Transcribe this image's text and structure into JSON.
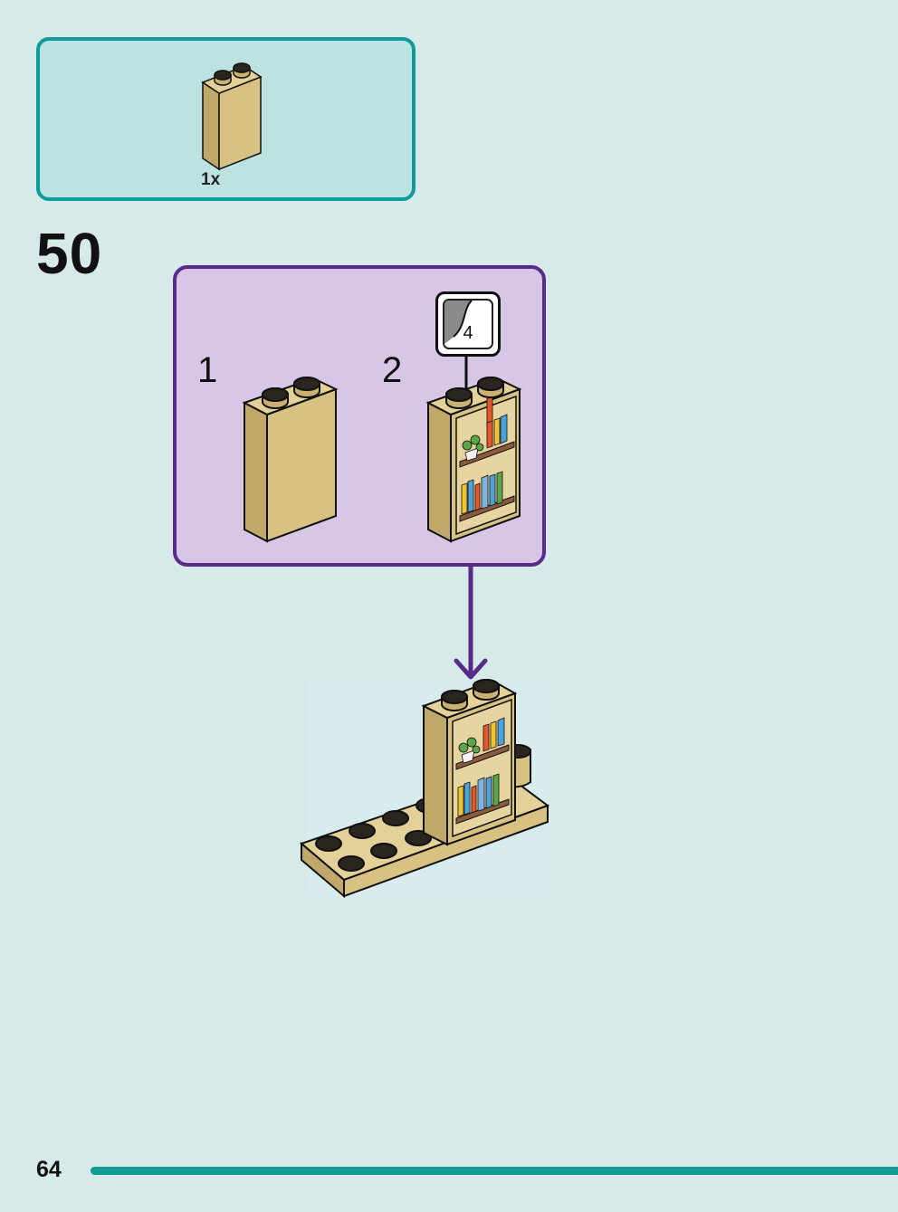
{
  "parts_list": {
    "quantity": "1x",
    "part": "tan-1x2x3-brick-icon"
  },
  "step": {
    "number": "50"
  },
  "sub_steps": [
    {
      "number": "1"
    },
    {
      "number": "2",
      "sticker_number": "4"
    }
  ],
  "colors": {
    "background": "#d6ebe9",
    "parts_box_border": "#0f9b98",
    "parts_box_fill": "#bce2e2",
    "substep_border": "#5a2a8a",
    "substep_fill": "#d8c6e6",
    "brick_tan": "#d8c283"
  },
  "page": {
    "number": "64"
  }
}
